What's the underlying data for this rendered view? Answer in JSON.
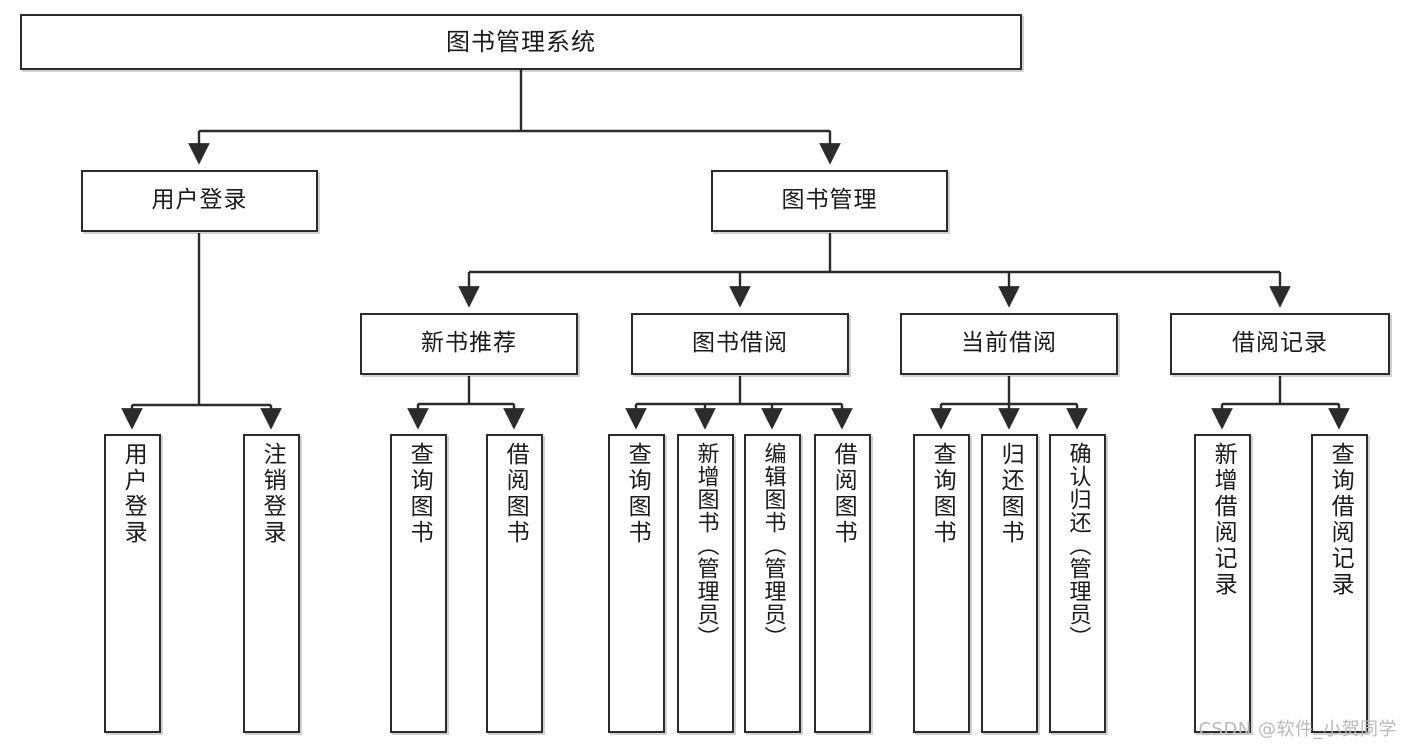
{
  "diagram": {
    "title": "图书管理系统",
    "type": "tree-hierarchy-chart",
    "watermark": "CSDN @软件_小贺同学",
    "colors": {
      "stroke": "#2b2b2b",
      "fill": "#ffffff",
      "text": "#1a1a1a",
      "watermark": "#b9b9b9"
    },
    "nodes": {
      "root": {
        "label": "图书管理系统"
      },
      "level2": [
        {
          "label": "用户登录"
        },
        {
          "label": "图书管理"
        }
      ],
      "level3": [
        {
          "label": "新书推荐"
        },
        {
          "label": "图书借阅"
        },
        {
          "label": "当前借阅"
        },
        {
          "label": "借阅记录"
        }
      ],
      "leaves": {
        "user_login": [
          {
            "label": "用户登录"
          },
          {
            "label": "注销登录"
          }
        ],
        "new_books": [
          {
            "label": "查询图书"
          },
          {
            "label": "借阅图书"
          }
        ],
        "book_borrow": [
          {
            "label": "查询图书"
          },
          {
            "label": "新增图书（管理员）"
          },
          {
            "label": "编辑图书（管理员）"
          },
          {
            "label": "借阅图书"
          }
        ],
        "current_borrow": [
          {
            "label": "查询图书"
          },
          {
            "label": "归还图书"
          },
          {
            "label": "确认归还（管理员）"
          }
        ],
        "borrow_records": [
          {
            "label": "新增借阅记录"
          },
          {
            "label": "查询借阅记录"
          }
        ]
      }
    }
  }
}
